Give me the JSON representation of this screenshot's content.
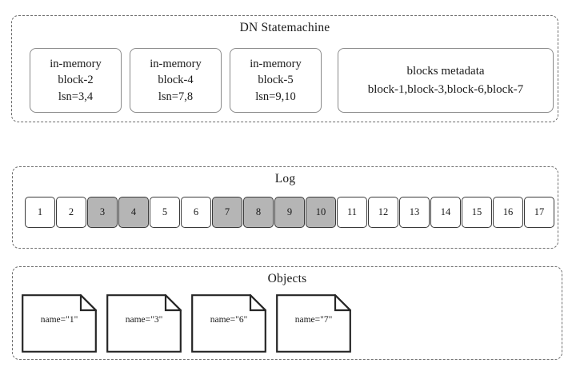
{
  "diagram": {
    "title": "DN Statemachine / Log / Objects state diagram",
    "colors": {
      "panel_border": "#6e6e6e",
      "block_border": "#8a8a8a",
      "cell_border": "#3a3a3a",
      "cell_filled": "#b5b5b5",
      "cell_empty": "#ffffff",
      "text": "#1a1a1a",
      "background": "#ffffff"
    }
  },
  "statemachine": {
    "title": "DN Statemachine",
    "memory_blocks": [
      {
        "line1": "in-memory",
        "line2": "block-2",
        "line3": "lsn=3,4"
      },
      {
        "line1": "in-memory",
        "line2": "block-4",
        "line3": "lsn=7,8"
      },
      {
        "line1": "in-memory",
        "line2": "block-5",
        "line3": "lsn=9,10"
      }
    ],
    "metadata_block": {
      "line1": "blocks metadata",
      "line2": "block-1,block-3,block-6,block-7"
    }
  },
  "log": {
    "title": "Log",
    "cells": [
      {
        "label": "1",
        "filled": false
      },
      {
        "label": "2",
        "filled": false
      },
      {
        "label": "3",
        "filled": true
      },
      {
        "label": "4",
        "filled": true
      },
      {
        "label": "5",
        "filled": false
      },
      {
        "label": "6",
        "filled": false
      },
      {
        "label": "7",
        "filled": true
      },
      {
        "label": "8",
        "filled": true
      },
      {
        "label": "9",
        "filled": true
      },
      {
        "label": "10",
        "filled": true
      },
      {
        "label": "11",
        "filled": false
      },
      {
        "label": "12",
        "filled": false
      },
      {
        "label": "13",
        "filled": false
      },
      {
        "label": "14",
        "filled": false
      },
      {
        "label": "15",
        "filled": false
      },
      {
        "label": "16",
        "filled": false
      },
      {
        "label": "17",
        "filled": false
      }
    ]
  },
  "objects": {
    "title": "Objects",
    "items": [
      {
        "label": "name=\"1\"",
        "icon": "document-icon"
      },
      {
        "label": "name=\"3\"",
        "icon": "document-icon"
      },
      {
        "label": "name=\"6\"",
        "icon": "document-icon"
      },
      {
        "label": "name=\"7\"",
        "icon": "document-icon"
      }
    ]
  }
}
